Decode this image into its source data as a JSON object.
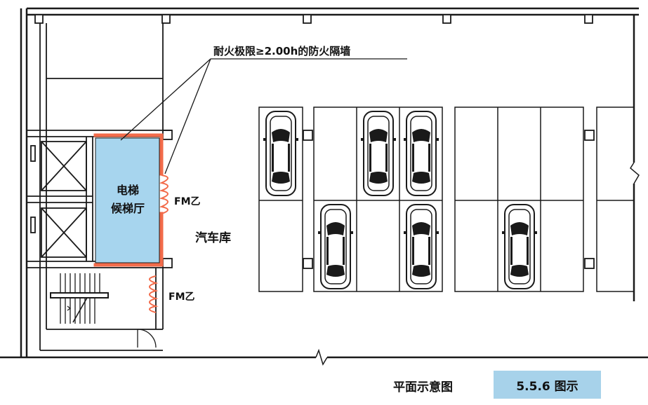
{
  "annotation": {
    "wall_note": "耐火极限≥2.00h的防火隔墙"
  },
  "labels": {
    "elevator_hall_line1": "电梯",
    "elevator_hall_line2": "候梯厅",
    "garage": "汽车库",
    "door_upper": "FM乙",
    "door_lower": "FM乙"
  },
  "caption": {
    "title": "平面示意图",
    "figure_number": "5.5.6 图示"
  },
  "colors": {
    "lobby_fill": "#a7d5ee",
    "fire_wall": "#f26b4a",
    "caption_box": "#a7d2ea",
    "line": "#1a1a1a"
  }
}
